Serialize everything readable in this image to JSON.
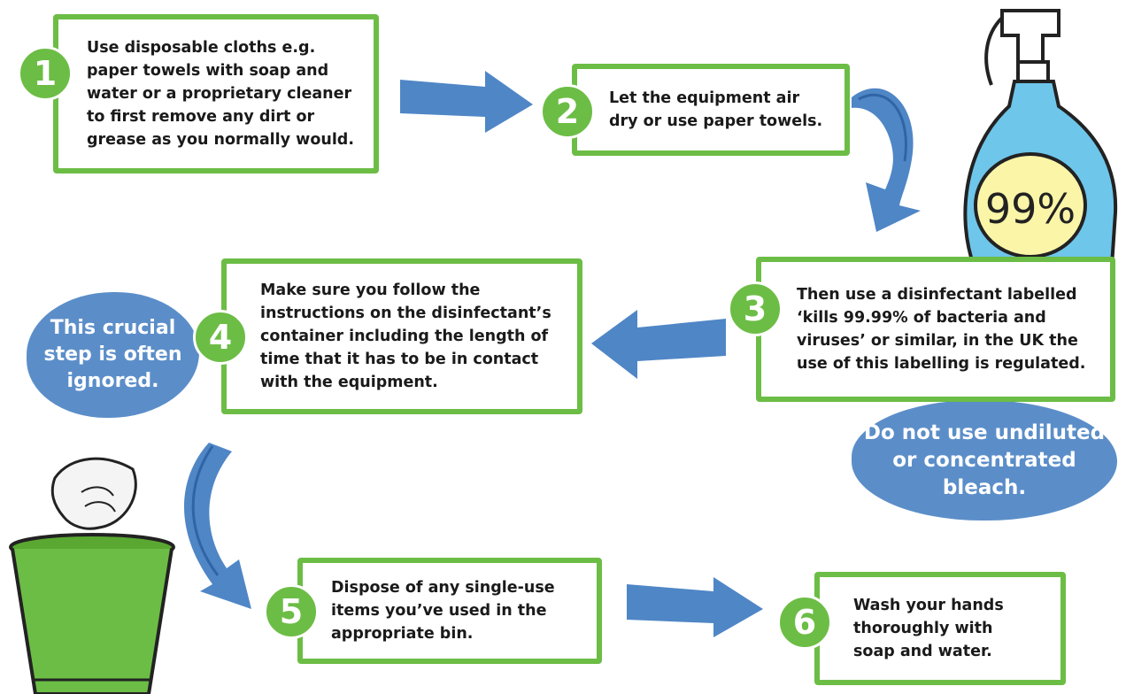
{
  "steps": [
    {
      "number": "1",
      "text": "Use disposable cloths e.g.\npaper towels with soap and\nwater or a proprietary cleaner\nto first remove any dirt or\ngrease as you normally would."
    },
    {
      "number": "2",
      "text": "Let the equipment air\ndry or use paper towels."
    },
    {
      "number": "3",
      "text": "Then use a disinfectant labelled\n‘kills 99.99% of bacteria and\nviruses’ or similar, in the UK the\nuse of this labelling is regulated."
    },
    {
      "number": "4",
      "text": "Make sure you follow the\ninstructions on the disinfectant’s\ncontainer including the length of\ntime that it has to be in contact\nwith the equipment."
    },
    {
      "number": "5",
      "text": "Dispose of any single-use\nitems you’ve used in the\nappropriate bin."
    },
    {
      "number": "6",
      "text": "Wash your hands\nthoroughly with\nsoap and water."
    }
  ],
  "callouts": {
    "crucial_step": "This crucial\nstep is often\nignored.",
    "bleach_warning": "Do not use undiluted\nor concentrated\nbleach."
  },
  "bottle_label": "99%",
  "colors": {
    "green": "#6cbd45",
    "arrow_blue": "#4f86c6",
    "blob_blue": "#5b8ec9",
    "bottle_blue": "#6ec6ea",
    "label_yellow": "#fbf5a8"
  },
  "icons": [
    "spray-bottle-icon",
    "waste-bin-icon",
    "cloth-icon"
  ]
}
